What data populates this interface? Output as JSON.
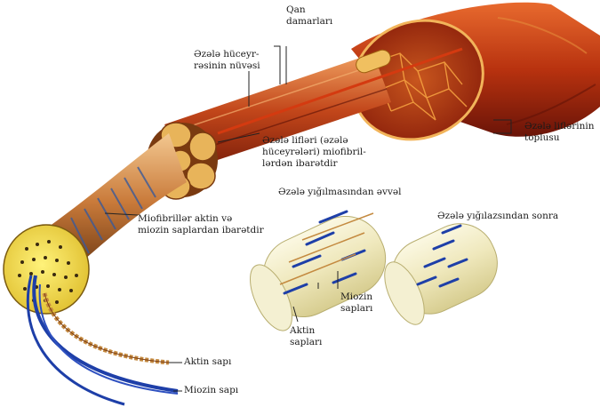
{
  "labels": {
    "blood_vessels": "Qan\ndamarları",
    "nucleus": "Əzələ hüceyr-\nrəsinin nüvəsi",
    "fiber_bundle": "Əzələ liflərinin\ntoplusu",
    "muscle_fibers": "Əzələ lifləri (əzələ\nhüceyrələri) miofibril-\nlərdən ibarətdir",
    "myofibrils": "Miofibrillər aktin və\nmiozin saplardan ibarətdir",
    "before_contraction": "Əzələ yığılmasından əvvəl",
    "after_contraction": "Əzələ yığılazsından sonra",
    "myosin_threads": "Miozin\nsapları",
    "actin_threads": "Aktin\nsapları",
    "actin_thread": "Aktin sapı",
    "myosin_thread": "Miozin sapı"
  },
  "colors": {
    "muscle_dark": "#7a1a0a",
    "muscle_red": "#b8320f",
    "muscle_orange": "#e07a2a",
    "fascicle_tan": "#e8b45a",
    "myofibril_yellow": "#f2e04a",
    "myosin_blue": "#1e3fa8",
    "sarcomere_cream": "#f1ecc2"
  }
}
